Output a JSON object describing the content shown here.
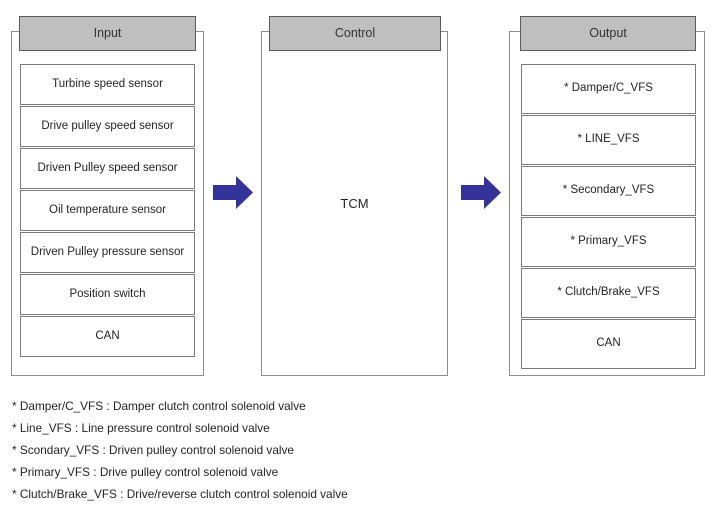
{
  "diagram": {
    "title_hidden": "",
    "columns": [
      {
        "id": "input",
        "header": "Input",
        "items": [
          "Turbine speed sensor",
          "Drive pulley speed sensor",
          "Driven Pulley speed sensor",
          "Oil temperature sensor",
          "Driven Pulley pressure sensor",
          "Position switch",
          "CAN"
        ]
      },
      {
        "id": "control",
        "header": "Control",
        "center_label": "TCM",
        "items": []
      },
      {
        "id": "output",
        "header": "Output",
        "items": [
          "* Damper/C_VFS",
          "* LINE_VFS",
          "* Secondary_VFS",
          "* Primary_VFS",
          "* Clutch/Brake_VFS",
          "CAN"
        ]
      }
    ],
    "arrows": [
      {
        "name": "input-to-control-arrow",
        "direction": "right"
      },
      {
        "name": "control-to-output-arrow",
        "direction": "right"
      }
    ],
    "legend": [
      "* Damper/C_VFS : Damper clutch control solenoid valve",
      "* Line_VFS : Line pressure control solenoid valve",
      "* Scondary_VFS : Driven pulley control solenoid valve",
      "* Primary_VFS :  Drive pulley control solenoid valve",
      "* Clutch/Brake_VFS : Drive/reverse clutch control solenoid valve"
    ]
  },
  "colors": {
    "header_fill": "#bfbfbf",
    "header_stroke": "#5a5a5a",
    "box_stroke": "#7a7a7a",
    "arrow_fill": "#33339a",
    "text": "#231f20",
    "background": "#ffffff"
  }
}
